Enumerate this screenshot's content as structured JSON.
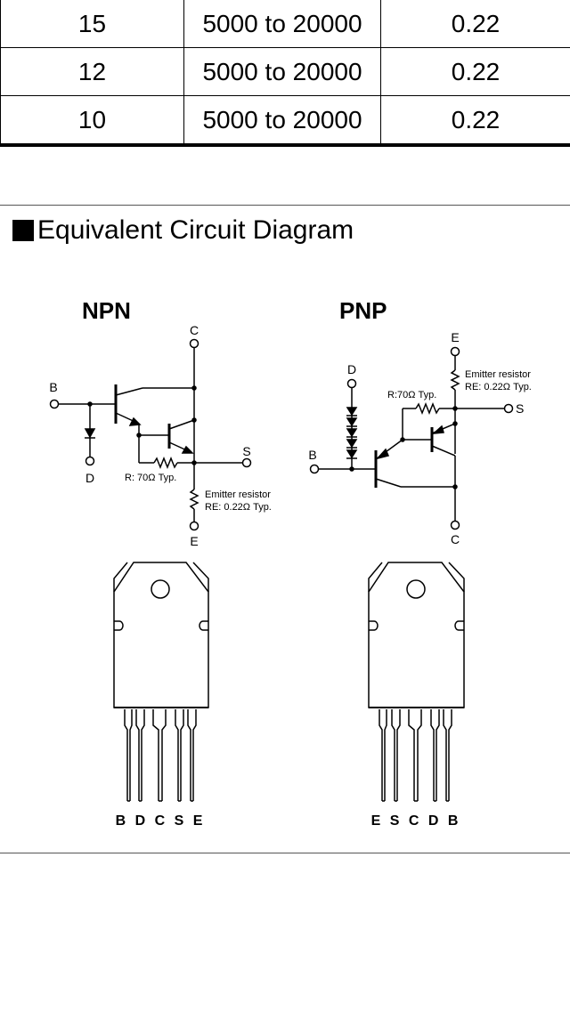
{
  "table": {
    "rows": [
      [
        "15",
        "5000 to 20000",
        "0.22"
      ],
      [
        "12",
        "5000 to 20000",
        "0.22"
      ],
      [
        "10",
        "5000 to 20000",
        "0.22"
      ]
    ]
  },
  "section": {
    "title": "Equivalent Circuit Diagram"
  },
  "npn": {
    "title": "NPN",
    "label_b": "B",
    "label_c": "C",
    "label_d": "D",
    "label_s": "S",
    "label_e": "E",
    "resistor_r": "R: 70Ω Typ.",
    "emitter_resistor_title": "Emitter resistor",
    "emitter_resistor_value": "RE: 0.22Ω Typ.",
    "pinout": "B D C S E"
  },
  "pnp": {
    "title": "PNP",
    "label_e": "E",
    "label_d": "D",
    "label_b": "B",
    "label_s": "S",
    "label_c": "C",
    "resistor_r": "R:70Ω Typ.",
    "emitter_resistor_title": "Emitter resistor",
    "emitter_resistor_value": "RE: 0.22Ω Typ.",
    "pinout": "E S C D B"
  }
}
